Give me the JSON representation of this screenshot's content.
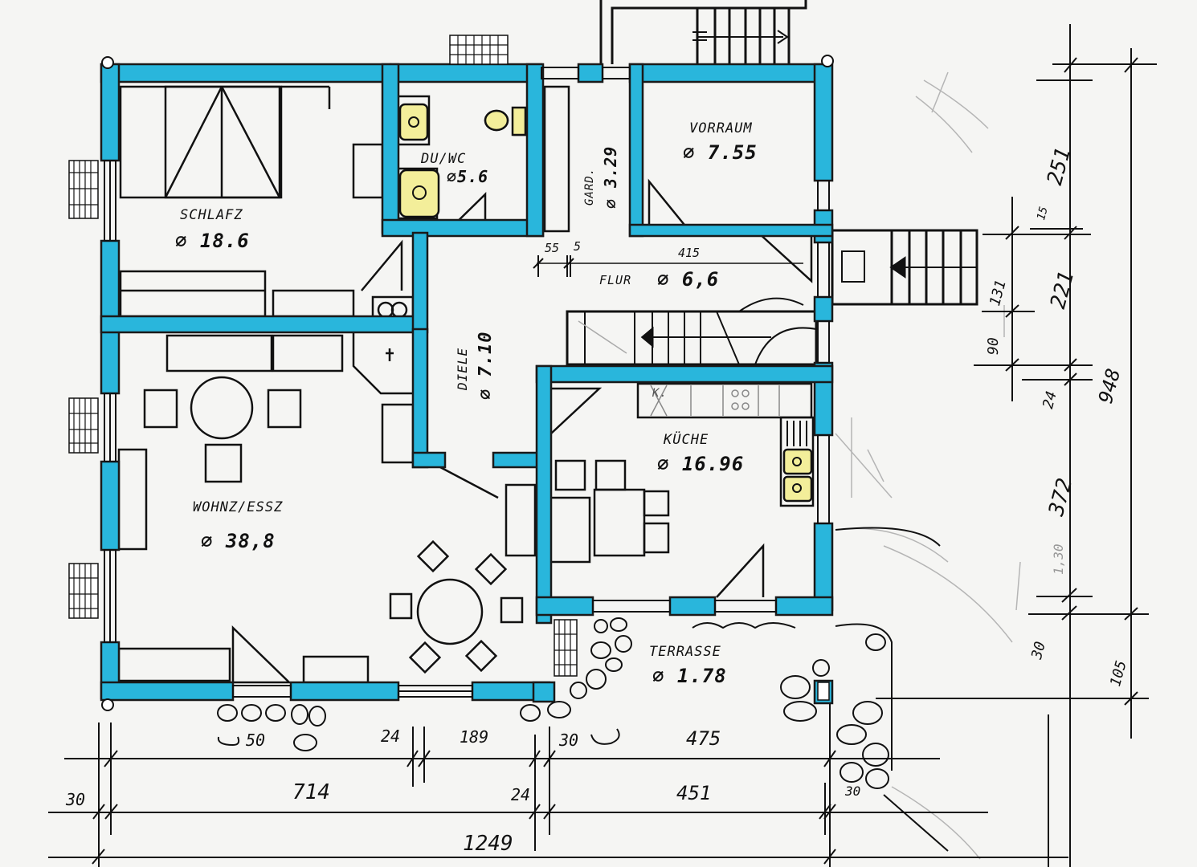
{
  "drawing": {
    "type": "floor-plan",
    "style": "hand-drawn sketch",
    "colors": {
      "wall": "#29b6dc",
      "wall_outline": "#1a1a1a",
      "sanitary_fill": "#f3ee9a",
      "paper": "#f5f5f3",
      "ink": "#111111",
      "pencil": "#a8a8a8"
    }
  },
  "rooms": [
    {
      "name": "SCHLAFZ",
      "area": "⌀ 18.6"
    },
    {
      "name": "DU/WC",
      "area": "⌀5.6"
    },
    {
      "name": "GARD.",
      "area": "⌀ 3.29"
    },
    {
      "name": "VORRAUM",
      "area": "⌀ 7.55"
    },
    {
      "name": "FLUR",
      "area": "⌀ 6,6"
    },
    {
      "name": "DIELE",
      "area": "⌀ 7.10"
    },
    {
      "name": "KÜCHE",
      "area": "⌀ 16.96"
    },
    {
      "name": "WOHNZ/ESSZ",
      "area": "⌀ 38,8"
    },
    {
      "name": "TERRASSE",
      "area": "⌀ 1.78"
    }
  ],
  "dimensions": {
    "bottom_row1": [
      "24",
      "189",
      "30",
      "475"
    ],
    "bottom_row1_note": "50",
    "bottom_row2": [
      "30",
      "714",
      "24",
      "451",
      "30"
    ],
    "bottom_total": "1249",
    "interior": [
      "55",
      "5",
      "415"
    ],
    "right_col1": [
      "131",
      "90",
      "24",
      "1,30",
      "30"
    ],
    "right_col2": [
      "251",
      "221",
      "372",
      "105"
    ],
    "right_total": "948",
    "right_small": "15"
  },
  "annotations": {
    "kitchen_counter_label": "K."
  }
}
